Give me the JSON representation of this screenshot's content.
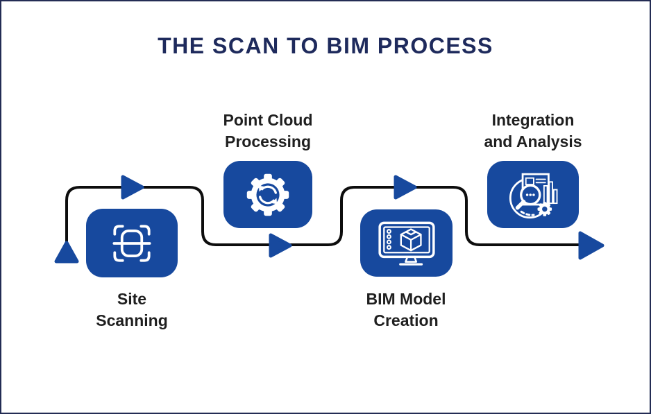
{
  "title": "THE SCAN TO BIM PROCESS",
  "colors": {
    "box": "#17499E",
    "arrow": "#17499E",
    "line": "#0D0D0D",
    "title_text": "#1E2A5C",
    "label_text": "#1F1F1F",
    "frame_border": "#232C54",
    "background": "#FFFFFF",
    "icon_stroke": "#FFFFFF"
  },
  "steps": [
    {
      "id": "site-scanning",
      "label_line1": "Site",
      "label_line2": "Scanning",
      "icon": "scan-frame-icon",
      "label_position": "below"
    },
    {
      "id": "point-cloud-processing",
      "label_line1": "Point Cloud",
      "label_line2": "Processing",
      "icon": "gear-sync-icon",
      "label_position": "above"
    },
    {
      "id": "bim-model-creation",
      "label_line1": "BIM Model",
      "label_line2": "Creation",
      "icon": "monitor-3d-cube-icon",
      "label_position": "below"
    },
    {
      "id": "integration-and-analysis",
      "label_line1": "Integration",
      "label_line2": "and Analysis",
      "icon": "analysis-magnifier-icon",
      "label_position": "above"
    }
  ],
  "flow": {
    "direction": "left-to-right",
    "start_marker": "up-arrow",
    "end_marker": "right-arrow",
    "connector_arrow_count": 3
  }
}
